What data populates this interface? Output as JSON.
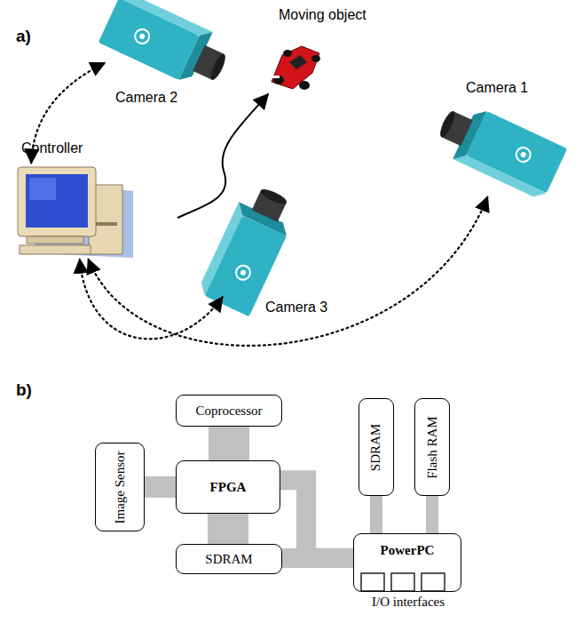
{
  "diagram": {
    "nodes": [
      {
        "text": [
          "Camera 2"
        ]
      },
      {
        "text": [
          "Moving object"
        ]
      },
      {
        "text": [
          "Camera 1"
        ]
      },
      {
        "text": [
          "Controller"
        ]
      },
      {
        "text": [
          "Camera 3"
        ]
      },
      {
        "text": [
          "Coprocessor"
        ]
      },
      {
        "text": [
          "Image Sensor"
        ]
      },
      {
        "text": [
          "FPGA"
        ]
      },
      {
        "text": [
          "SDRAM"
        ]
      },
      {
        "text": [
          "Flash RAM"
        ]
      },
      {
        "text": [
          "SDRAM"
        ]
      },
      {
        "text": [
          "PowerPC",
          "I/O interfaces"
        ]
      }
    ],
    "edges": [
      {
        "from": 3,
        "to": 0,
        "arrow": "both"
      },
      {
        "from": 3,
        "to": 4,
        "arrow": "both"
      },
      {
        "from": 3,
        "to": 2,
        "arrow": "both"
      },
      {
        "from": 5,
        "to": 7,
        "arrow": "none"
      },
      {
        "from": 6,
        "to": 7,
        "arrow": "none"
      },
      {
        "from": 7,
        "to": 10,
        "arrow": "none"
      },
      {
        "from": 7,
        "to": 11,
        "arrow": "none"
      },
      {
        "from": 10,
        "to": 11,
        "arrow": "none"
      },
      {
        "from": 8,
        "to": 11,
        "arrow": "none"
      },
      {
        "from": 9,
        "to": 11,
        "arrow": "none"
      }
    ],
    "labels": [
      "a)",
      "b)"
    ]
  }
}
